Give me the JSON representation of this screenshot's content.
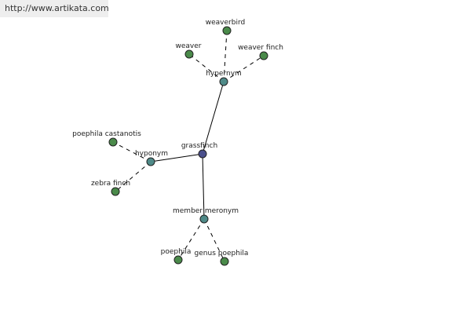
{
  "banner": {
    "url": "http://www.artikata.com"
  },
  "colors": {
    "root_fill": "#4a4f8c",
    "relation_fill": "#4f8a88",
    "leaf_fill": "#4a8a4a",
    "node_stroke": "#222222",
    "edge": "#000000"
  },
  "graph": {
    "nodes": [
      {
        "id": "root",
        "kind": "root",
        "label": "grassfinch"
      },
      {
        "id": "hypernym",
        "kind": "relation",
        "label": "hypernym"
      },
      {
        "id": "hyponym",
        "kind": "relation",
        "label": "hyponym"
      },
      {
        "id": "member-meronym",
        "kind": "relation",
        "label": "member meronym"
      },
      {
        "id": "weaverbird",
        "kind": "leaf",
        "label": "weaverbird"
      },
      {
        "id": "weaver",
        "kind": "leaf",
        "label": "weaver"
      },
      {
        "id": "weaver-finch",
        "kind": "leaf",
        "label": "weaver finch"
      },
      {
        "id": "poephila-castanotis",
        "kind": "leaf",
        "label": "poephila castanotis"
      },
      {
        "id": "zebra-finch",
        "kind": "leaf",
        "label": "zebra finch"
      },
      {
        "id": "poephila",
        "kind": "leaf",
        "label": "poephila"
      },
      {
        "id": "genus-poephila",
        "kind": "leaf",
        "label": "genus poephila"
      }
    ],
    "edges": [
      {
        "from": "root",
        "to": "hypernym",
        "style": "solid"
      },
      {
        "from": "root",
        "to": "hyponym",
        "style": "solid"
      },
      {
        "from": "root",
        "to": "member-meronym",
        "style": "solid"
      },
      {
        "from": "hypernym",
        "to": "weaverbird",
        "style": "dashed"
      },
      {
        "from": "hypernym",
        "to": "weaver",
        "style": "dashed"
      },
      {
        "from": "hypernym",
        "to": "weaver-finch",
        "style": "dashed"
      },
      {
        "from": "hyponym",
        "to": "poephila-castanotis",
        "style": "dashed"
      },
      {
        "from": "hyponym",
        "to": "zebra-finch",
        "style": "dashed"
      },
      {
        "from": "member-meronym",
        "to": "poephila",
        "style": "dashed"
      },
      {
        "from": "member-meronym",
        "to": "genus-poephila",
        "style": "dashed"
      }
    ]
  }
}
